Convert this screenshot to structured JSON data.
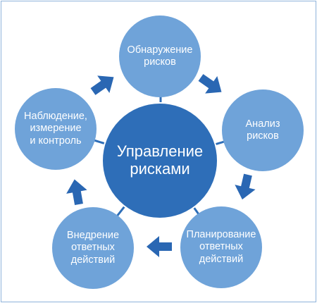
{
  "diagram": {
    "center": {
      "label": "Управление\nрисками"
    },
    "nodes": [
      {
        "id": "detection",
        "label": "Обнаружение\nрисков"
      },
      {
        "id": "analysis",
        "label": "Анализ\nрисков"
      },
      {
        "id": "planning",
        "label": "Планирование\nответных\nдействий"
      },
      {
        "id": "implementation",
        "label": "Внедрение\nответных\nдействий"
      },
      {
        "id": "monitoring",
        "label": "Наблюдение,\nизмерение\nи контроль"
      }
    ],
    "colors": {
      "center_fill": "#2e6eb8",
      "node_fill": "#6fa3d9",
      "arrow_fill": "#2a67b3",
      "connector": "#2e6eb8",
      "border": "#8fb4db"
    }
  }
}
